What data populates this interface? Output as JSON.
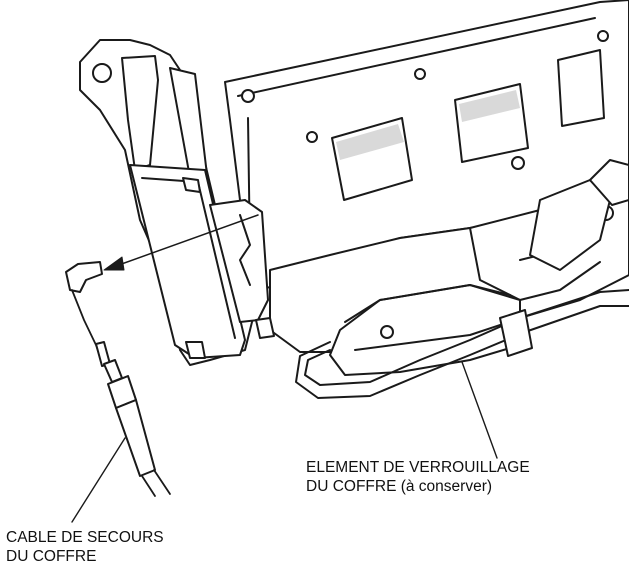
{
  "labels": {
    "element": {
      "line1": "ELEMENT DE VERROUILLAGE",
      "line2": "DU COFFRE (à conserver)"
    },
    "cable": {
      "line1": "CABLE DE SECOURS",
      "line2": "DU COFFRE"
    }
  },
  "colors": {
    "stroke": "#1a1a1a",
    "fill": "#ffffff",
    "shade": "#d9d9d9"
  }
}
